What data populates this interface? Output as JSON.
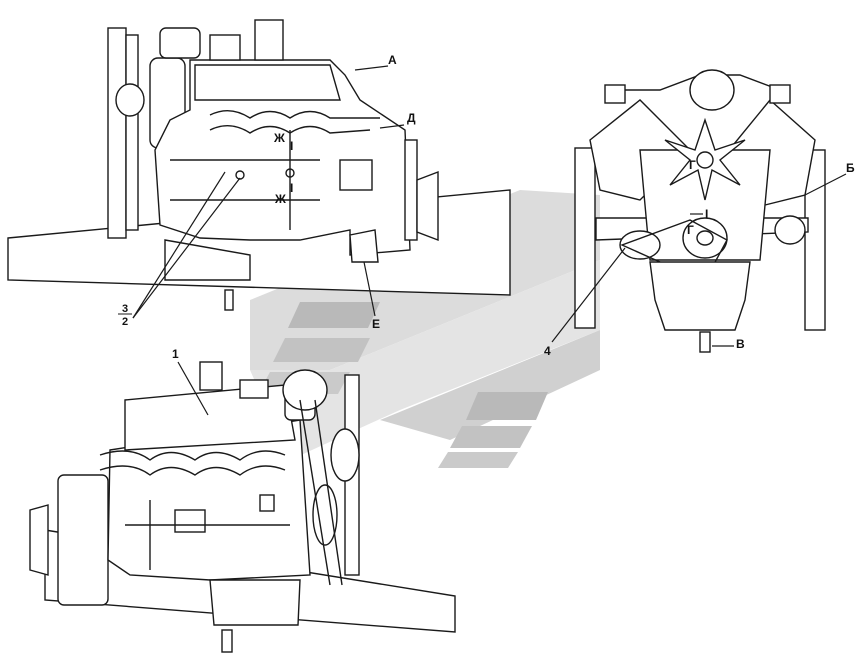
{
  "colors": {
    "line": "#1a1a1a",
    "watermark_light": "#d6d6d6",
    "watermark_dark": "#b3b3b3",
    "background": "#ffffff"
  },
  "views": {
    "top_left": {
      "label_A": "А",
      "label_D": "Д",
      "label_ZH_top": "Ж",
      "label_ZH_bottom": "Ж",
      "label_I_top": "I",
      "label_I_bottom": "I",
      "label_E": "Е",
      "label_3": "3",
      "label_2": "2"
    },
    "front": {
      "label_G_top": "Г",
      "label_G_bottom": "Г",
      "label_I": "I",
      "label_B": "Б",
      "label_V": "В",
      "label_4": "4"
    },
    "bottom_left": {
      "label_1": "1"
    }
  }
}
